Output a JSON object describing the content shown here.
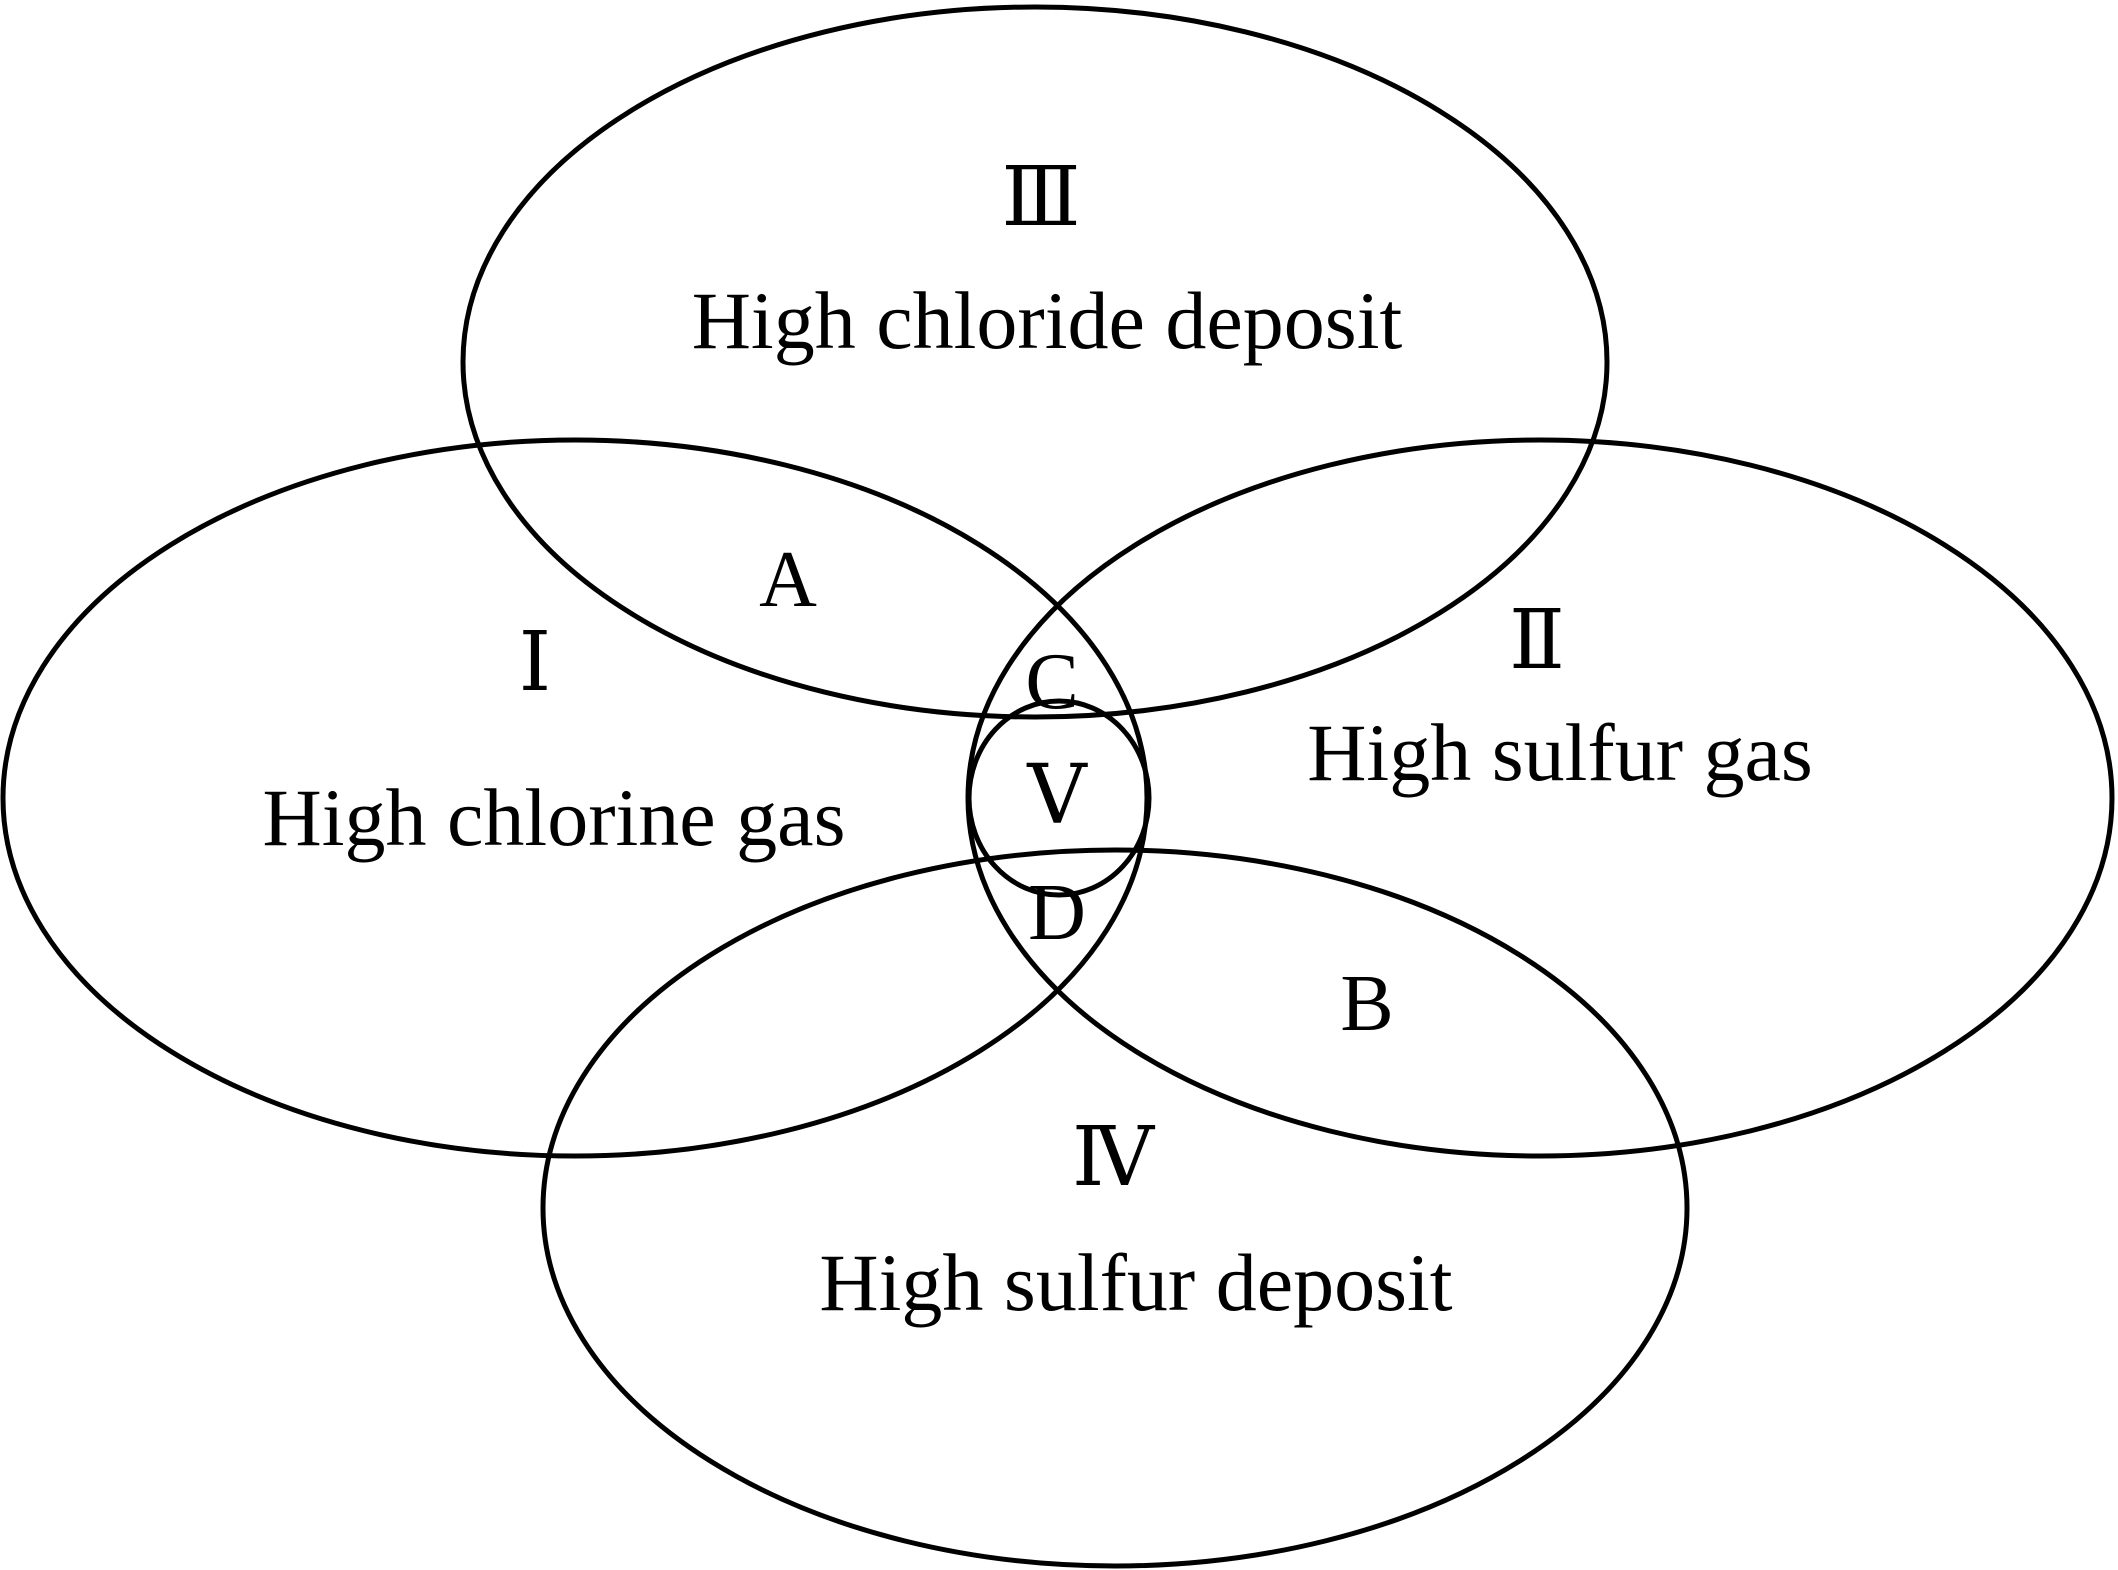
{
  "regions": {
    "region_1": {
      "numeral": "Ⅰ",
      "description": "High chlorine gas"
    },
    "region_2": {
      "numeral": "Ⅱ",
      "description": "High sulfur gas"
    },
    "region_3": {
      "numeral": "Ⅲ",
      "description": "High chloride deposit"
    },
    "region_4": {
      "numeral": "Ⅳ",
      "description": "High sulfur deposit"
    },
    "region_5": {
      "numeral": "Ⅴ"
    }
  },
  "overlaps": {
    "a": "A",
    "b": "B",
    "c": "C",
    "d": "D"
  },
  "colors": {
    "stroke": "#000000",
    "background": "#ffffff"
  }
}
